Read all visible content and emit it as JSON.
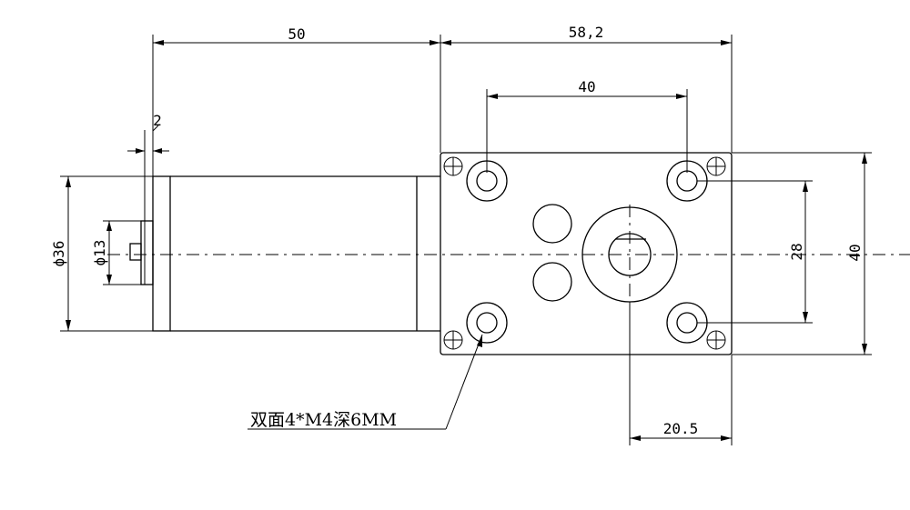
{
  "dimensions": {
    "motor_length": "50",
    "gearbox_length": "58,2",
    "mount_spacing_h": "40",
    "flange_thickness": "2",
    "motor_diameter": "ϕ36",
    "boss_diameter": "ϕ13",
    "mount_spacing_v": "28",
    "gearbox_height": "40",
    "shaft_offset": "20.5"
  },
  "annotations": {
    "mount_hole_note": "双面4*M4深6MM"
  }
}
